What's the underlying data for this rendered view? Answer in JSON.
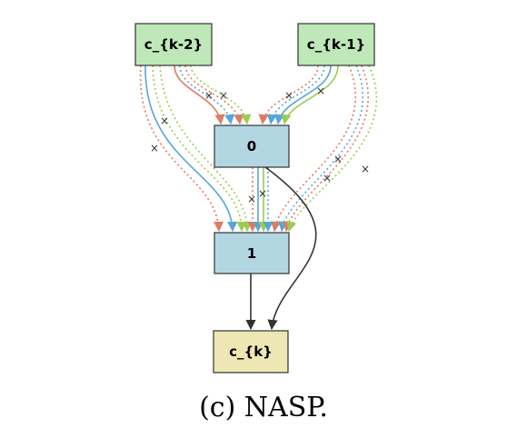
{
  "nodes": {
    "ck2": {
      "label": "c_{k-2}",
      "fill": "#bfe8b8"
    },
    "ck1": {
      "label": "c_{k-1}",
      "fill": "#bfe8b8"
    },
    "n0": {
      "label": "0",
      "fill": "#b3d6e3"
    },
    "n1": {
      "label": "1",
      "fill": "#b3d6e3"
    },
    "ck": {
      "label": "c_{k}",
      "fill": "#ece7b3"
    }
  },
  "edge_colors": {
    "red": "#e07a65",
    "blue": "#56a6d8",
    "green": "#9ccc4f",
    "black": "#333333"
  },
  "marks": {
    "x": "×"
  },
  "caption": "(c) NASP."
}
